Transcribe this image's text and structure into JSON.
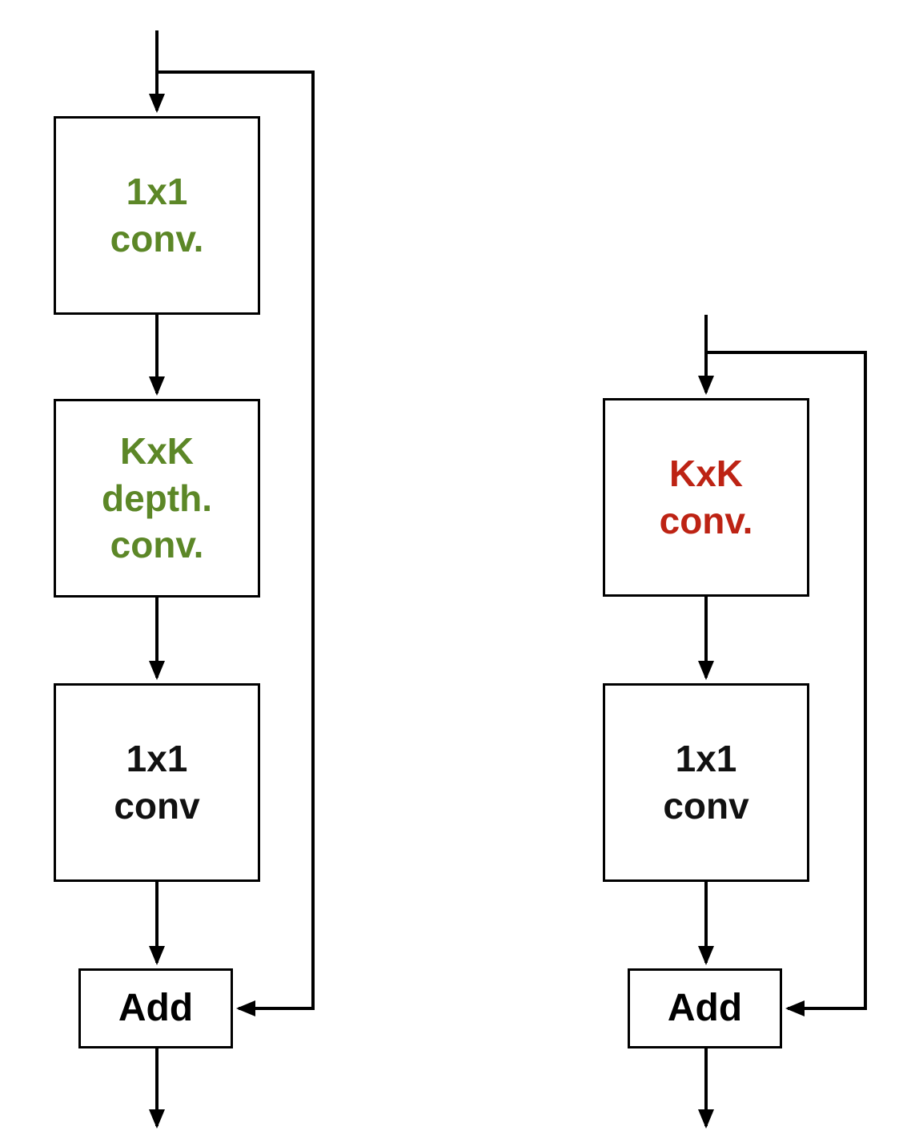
{
  "diagram": {
    "left_branch": {
      "boxes": [
        {
          "lines": [
            "1x1",
            "conv."
          ],
          "text_color": "#5c8727"
        },
        {
          "lines": [
            "KxK",
            "depth.",
            "conv."
          ],
          "text_color": "#5c8727"
        },
        {
          "lines": [
            "1x1",
            "conv"
          ],
          "text_color": "#111111"
        }
      ],
      "add_label": "Add"
    },
    "right_branch": {
      "boxes": [
        {
          "lines": [
            "KxK",
            "conv."
          ],
          "text_color": "#bd2314"
        },
        {
          "lines": [
            "1x1",
            "conv"
          ],
          "text_color": "#111111"
        }
      ],
      "add_label": "Add"
    },
    "colors": {
      "border": "#000000",
      "arrow": "#000000",
      "background": "#ffffff"
    }
  }
}
